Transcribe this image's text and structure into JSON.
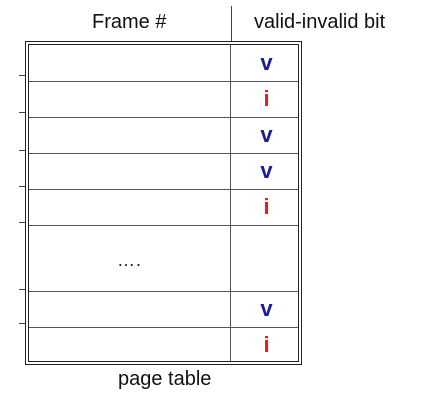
{
  "header": {
    "frame_label": "Frame #",
    "bit_label": "valid-invalid bit"
  },
  "caption": "page table",
  "rows": [
    {
      "frame": "",
      "bit": "v",
      "kind": "v"
    },
    {
      "frame": "",
      "bit": "i",
      "kind": "i"
    },
    {
      "frame": "",
      "bit": "v",
      "kind": "v"
    },
    {
      "frame": "",
      "bit": "v",
      "kind": "v"
    },
    {
      "frame": "",
      "bit": "i",
      "kind": "i"
    },
    {
      "frame": "….",
      "bit": "",
      "kind": "ellipsis"
    },
    {
      "frame": "",
      "bit": "v",
      "kind": "v"
    },
    {
      "frame": "",
      "bit": "i",
      "kind": "i"
    }
  ],
  "colors": {
    "valid": "#1a1aa0",
    "invalid": "#e02020"
  }
}
